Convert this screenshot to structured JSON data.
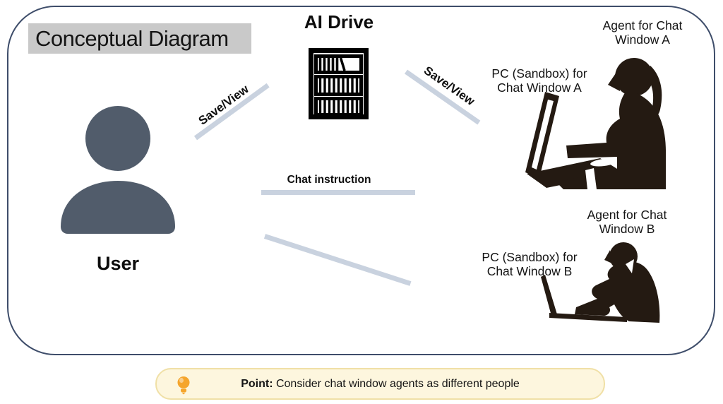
{
  "diagram": {
    "title": "Conceptual Diagram",
    "ai_drive": {
      "label": "AI Drive"
    },
    "user": {
      "label": "User"
    },
    "connections": {
      "save_view_left": "Save/View",
      "save_view_right": "Save/View",
      "chat_instruction": "Chat instruction"
    },
    "agent_a": {
      "line1": "Agent for Chat",
      "line2": "Window A"
    },
    "pc_a": {
      "line1": "PC (Sandbox) for",
      "line2": "Chat Window A"
    },
    "agent_b": {
      "line1": "Agent for Chat",
      "line2": "Window B"
    },
    "pc_b": {
      "line1": "PC (Sandbox) for",
      "line2": "Chat Window B"
    }
  },
  "callout": {
    "label_bold": "Point:",
    "text": " Consider chat window agents as different people",
    "icon": "lightbulb-icon"
  },
  "colors": {
    "border_color": "#3e4d6a",
    "title_bg": "#c9c9c9",
    "user_fill": "#515c6b",
    "line_color": "#c9d2df",
    "silhouette": "#241a12",
    "callout_bg": "#fdf6de",
    "callout_border": "#f0e0a6",
    "bulb": "#f5a52c"
  }
}
